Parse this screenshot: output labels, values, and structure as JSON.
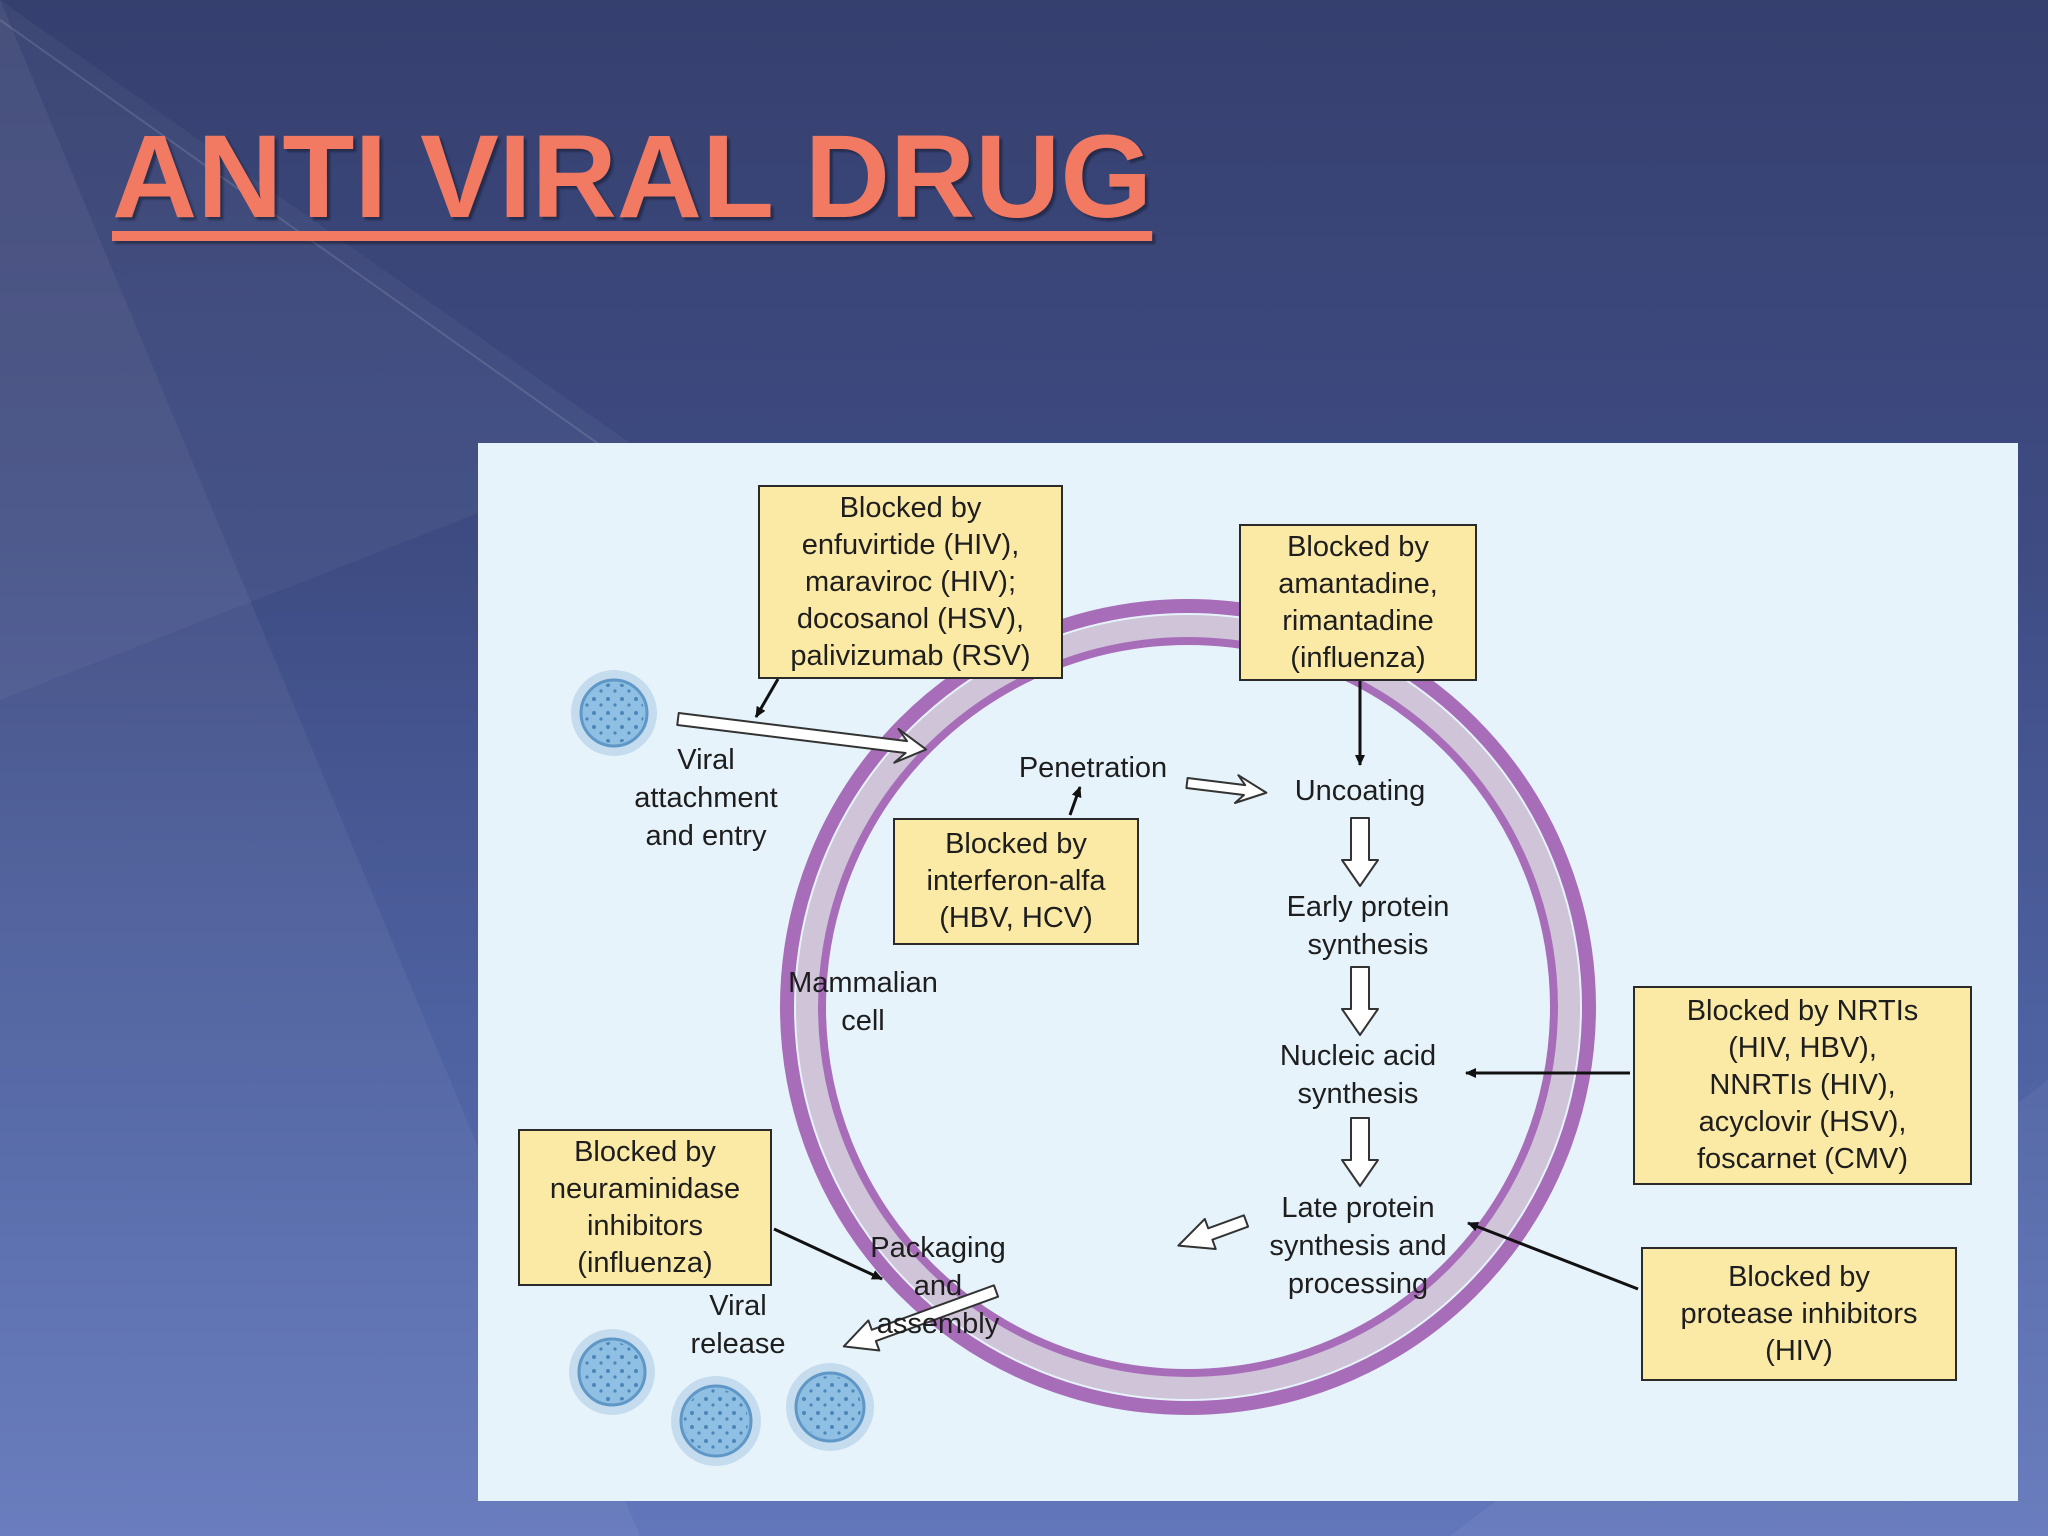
{
  "slide": {
    "title": "ANTI VIRAL DRUG"
  },
  "colors": {
    "title": "#f27a63",
    "panel_background": "#e6f3fb",
    "box_fill": "#fbe9a6",
    "membrane_outer": "#a86db8",
    "membrane_inner": "#cfc4d8",
    "virus_fill": "#8fbfe3"
  },
  "diagram": {
    "cell_label": "Mammalian\ncell",
    "steps": {
      "attachment": "Viral\nattachment\nand entry",
      "penetration": "Penetration",
      "uncoating": "Uncoating",
      "early_protein": "Early protein\nsynthesis",
      "nucleic_acid": "Nucleic acid\nsynthesis",
      "late_protein": "Late protein\nsynthesis and\nprocessing",
      "packaging": "Packaging\nand\nassembly",
      "release": "Viral\nrelease"
    },
    "blocks": {
      "entry": "Blocked by\nenfuvirtide (HIV),\nmaraviroc (HIV);\ndocosanol (HSV),\npalivizumab (RSV)",
      "uncoating": "Blocked by\namantadine,\nrimantadine\n(influenza)",
      "penetration": "Blocked by\ninterferon-alfa\n(HBV, HCV)",
      "nucleic_acid": "Blocked by NRTIs\n(HIV, HBV),\nNNRTIs (HIV),\nacyclovir (HSV),\nfoscarnet (CMV)",
      "release": "Blocked by\nneuraminidase\ninhibitors\n(influenza)",
      "late_protein": "Blocked by\nprotease inhibitors\n(HIV)"
    }
  }
}
